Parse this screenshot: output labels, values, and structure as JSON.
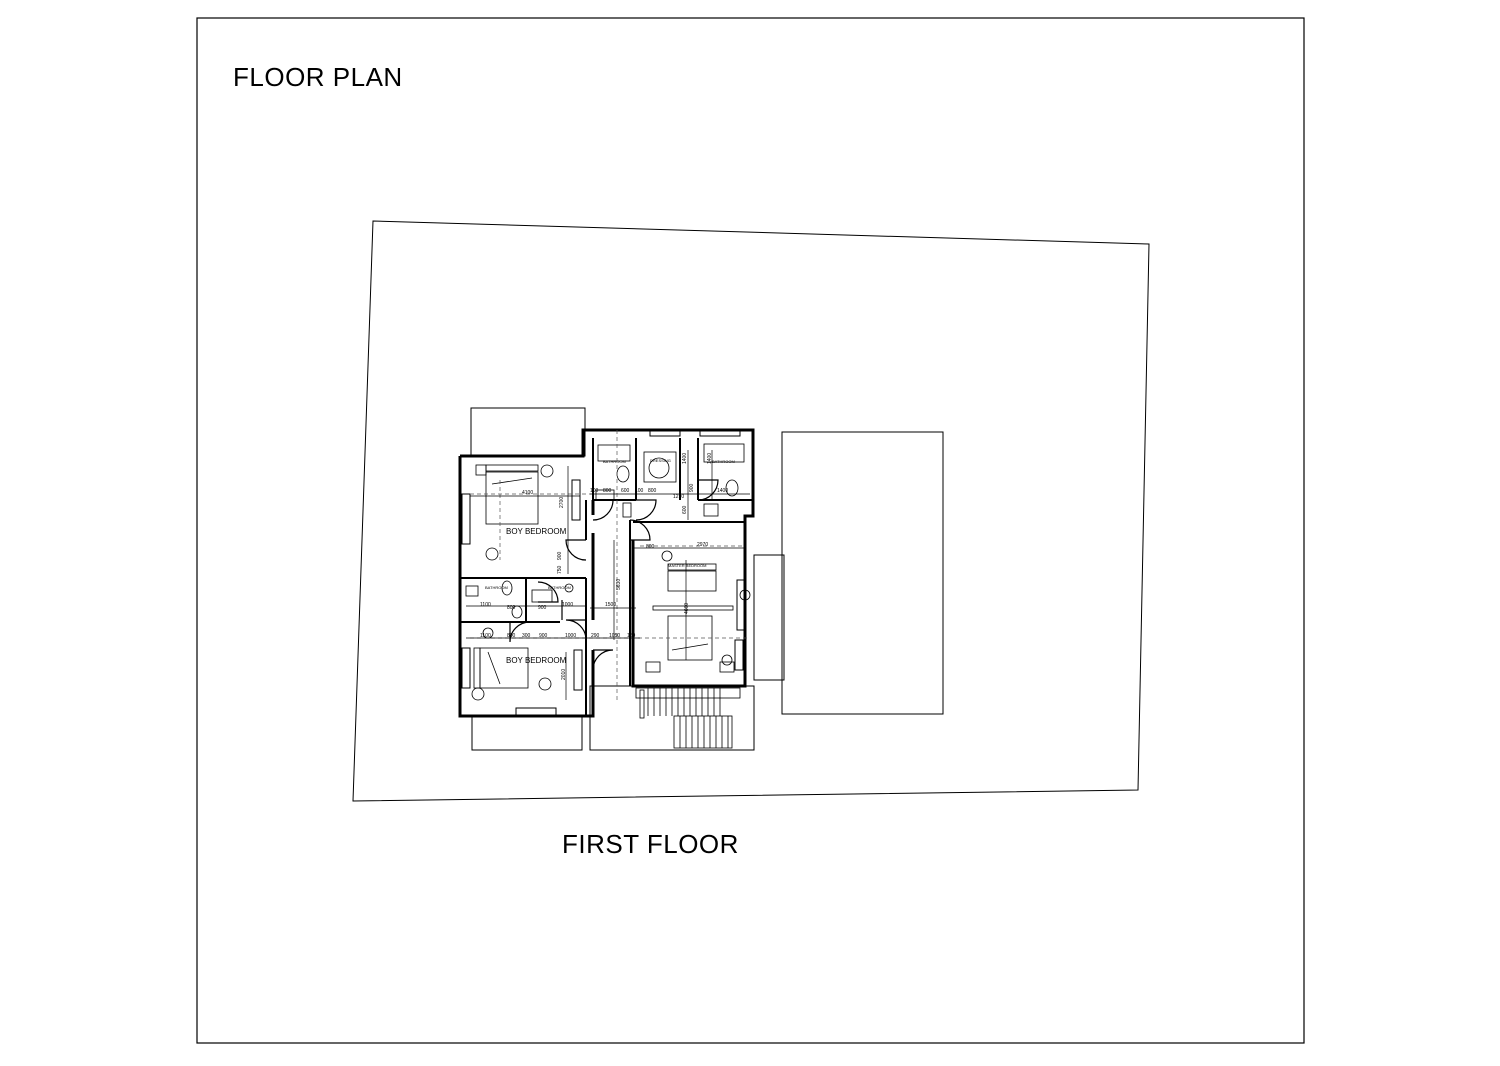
{
  "sheet": {
    "title": "FLOOR PLAN"
  },
  "plan": {
    "floor_label": "FIRST FLOOR",
    "rooms": {
      "boy_bedroom_top": "BOY BEDROOM",
      "boy_bedroom_bottom": "BOY BEDROOM",
      "master_bedroom": "MASTER BEDROOM",
      "bathroom_1": "BATHROOM",
      "bathroom_2": "BATHROOM",
      "dressing": "DRESSING",
      "bathroom_3": "BATHROOM",
      "bathroom_4": "BATHROOM"
    },
    "dimensions": {
      "d_4100": "4100",
      "d_2700": "2700",
      "d_100a": "100",
      "d_800a": "800",
      "d_600": "600",
      "d_100b": "100",
      "d_800b": "800",
      "d_1270": "1270",
      "d_1400a": "1400",
      "d_1400b": "1400",
      "d_1400c": "1400",
      "d_900a": "900",
      "d_600b": "600",
      "d_800c": "800",
      "d_2970": "2970",
      "d_5630": "5630",
      "d_1500": "1500",
      "d_4660": "4660",
      "d_1100a": "1100",
      "d_800d": "800",
      "d_900b": "900",
      "d_1000a": "1000",
      "d_1100b": "1100",
      "d_800e": "800",
      "d_300": "300",
      "d_900c": "900",
      "d_1000b": "1000",
      "d_290": "290",
      "d_1050": "1050",
      "d_160": "160",
      "d_2010": "2010",
      "d_900d": "900",
      "d_750": "750"
    }
  }
}
